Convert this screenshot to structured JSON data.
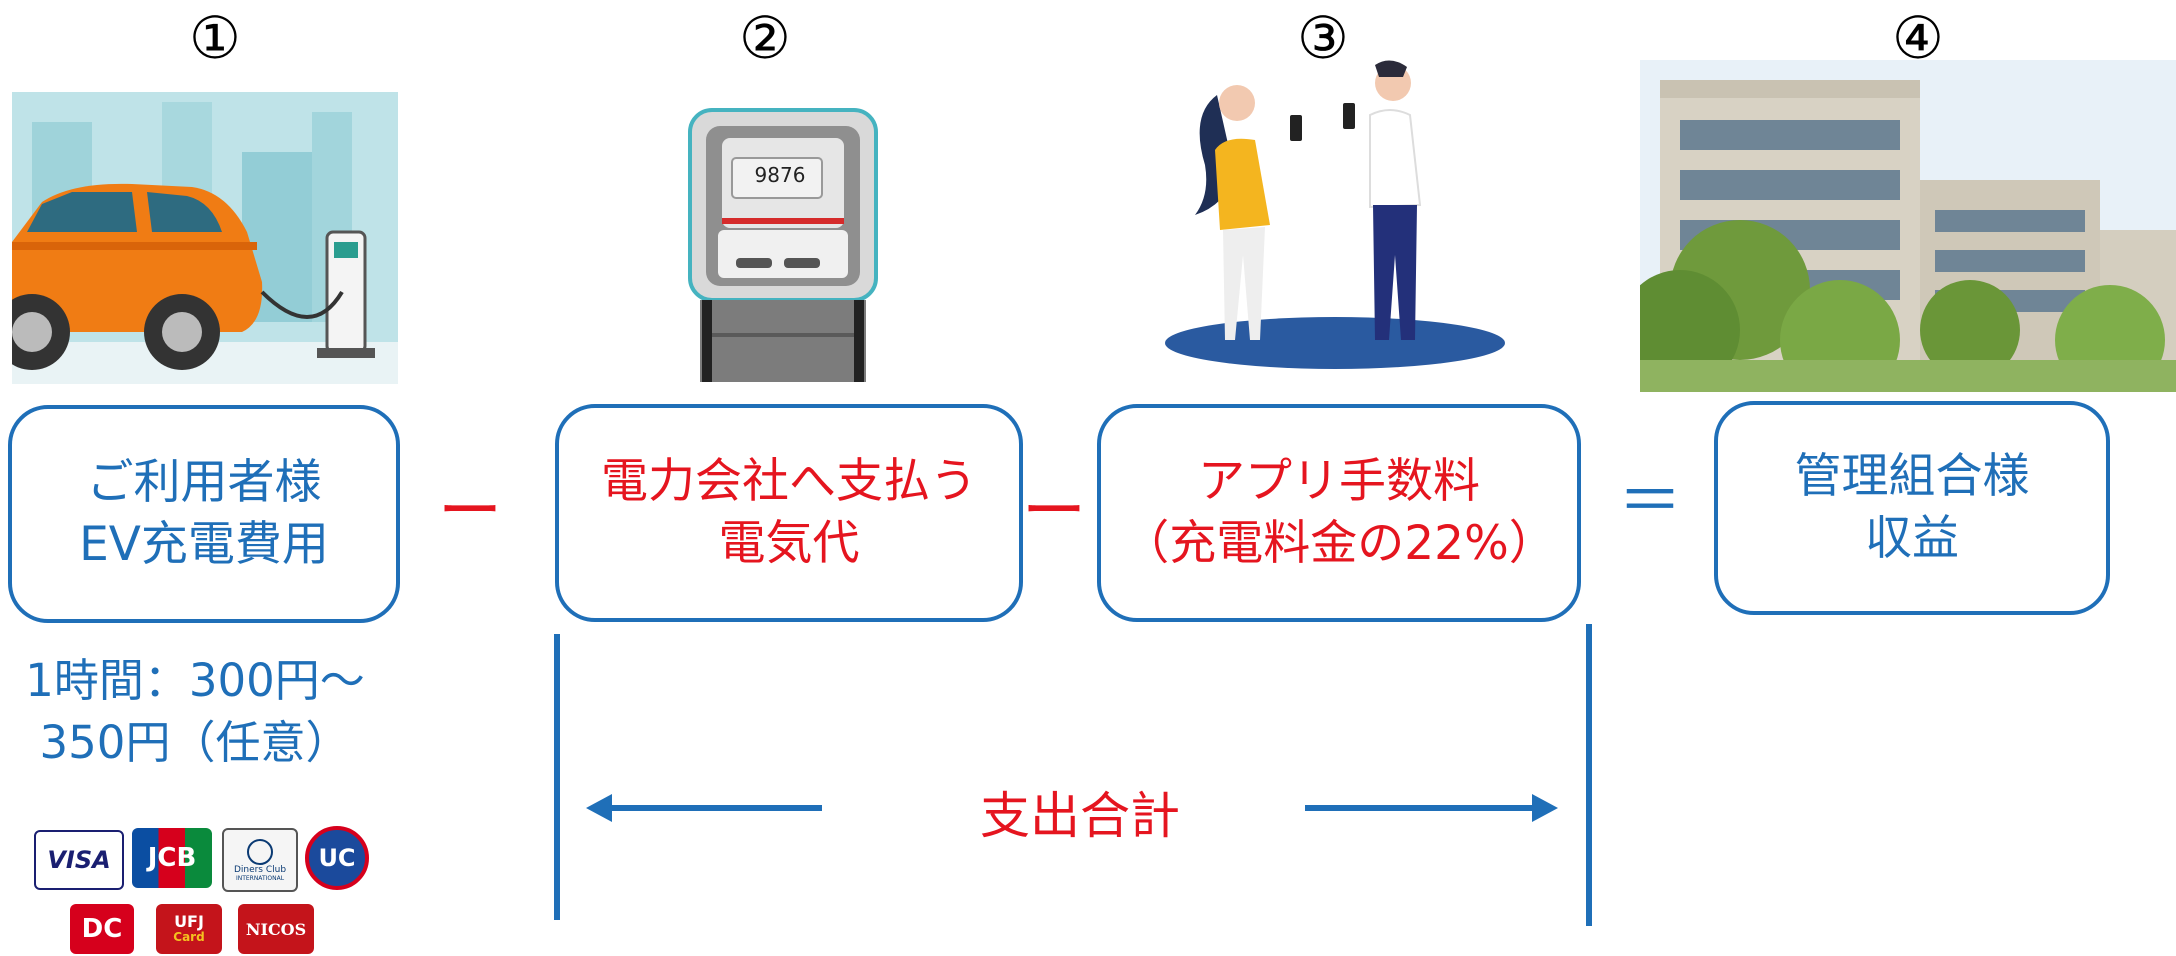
{
  "steps": [
    {
      "number": "①",
      "line1": "ご利用者様",
      "line2": "EV充電費用"
    },
    {
      "number": "②",
      "line1": "電力会社へ支払う",
      "line2": "電気代"
    },
    {
      "number": "③",
      "line1": "アプリ手数料",
      "line2": "（充電料金の22%）"
    },
    {
      "number": "④",
      "line1": "管理組合様",
      "line2": "収益"
    }
  ],
  "operators": {
    "minus1": "ー",
    "minus2": "ー",
    "equals": "＝"
  },
  "price_note": {
    "line1": "1時間：300円～",
    "line2": "350円（任意）"
  },
  "expense_total": "支出合計",
  "meter_reading": "9876",
  "cards": {
    "visa": "VISA",
    "jcb": "JCB",
    "diners_line1": "Diners Club",
    "diners_line2": "INTERNATIONAL",
    "uc": "UC",
    "dc": "DC",
    "ufj_line1": "UFJ",
    "ufj_line2": "Card",
    "nicos": "NICOS"
  },
  "colors": {
    "blue": "#1f6fb8",
    "red": "#e5151f",
    "orange": "#f07c14"
  }
}
